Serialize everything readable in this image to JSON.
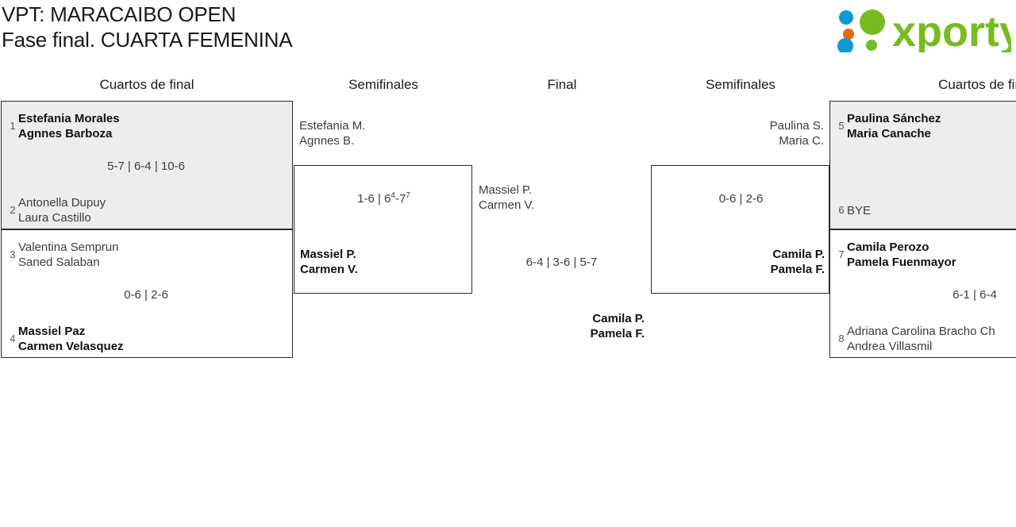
{
  "header": {
    "title_line1": "VPT: MARACAIBO OPEN",
    "title_line2": "Fase final. CUARTA FEMENINA",
    "logo_text": "xporty",
    "logo_colors": {
      "green": "#76bc21",
      "orange": "#e8690b",
      "blue": "#0b9ad6"
    }
  },
  "rounds": [
    {
      "label": "Cuartos de final"
    },
    {
      "label": "Semifinales"
    },
    {
      "label": "Final"
    },
    {
      "label": "Semifinales"
    },
    {
      "label": "Cuartos de fin"
    }
  ],
  "bracket": {
    "left_quarterfinals": [
      {
        "score": "5-7 | 6-4 | 10-6",
        "top": {
          "seed": "1",
          "player1": "Estefania Morales",
          "player2": "Agnnes Barboza",
          "winner": true
        },
        "bottom": {
          "seed": "2",
          "player1": "Antonella Dupuy",
          "player2": "Laura Castillo",
          "winner": false
        }
      },
      {
        "score": "0-6 | 2-6",
        "top": {
          "seed": "3",
          "player1": "Valentina Semprun",
          "player2": "Saned Salaban",
          "winner": false
        },
        "bottom": {
          "seed": "4",
          "player1": "Massiel Paz",
          "player2": "Carmen Velasquez",
          "winner": true
        }
      }
    ],
    "left_semifinal": {
      "score_p1": "1-6 | 6",
      "score_sup1": "4",
      "score_p2": "-7",
      "score_sup2": "7",
      "top": {
        "player1": "Estefania M.",
        "player2": "Agnnes B.",
        "winner": false
      },
      "bottom": {
        "player1": "Massiel P.",
        "player2": "Carmen V.",
        "winner": true
      }
    },
    "final": {
      "score": "6-4 | 3-6 | 5-7",
      "top": {
        "player1": "Massiel P.",
        "player2": "Carmen V.",
        "winner": false
      },
      "bottom": {
        "player1": "Camila P.",
        "player2": "Pamela F.",
        "winner": true
      }
    },
    "right_semifinal": {
      "score": "0-6 | 2-6",
      "top": {
        "player1": "Paulina S.",
        "player2": "Maria C.",
        "winner": false
      },
      "bottom": {
        "player1": "Camila P.",
        "player2": "Pamela F.",
        "winner": true
      }
    },
    "right_quarterfinals": [
      {
        "score": "",
        "top": {
          "seed": "5",
          "player1": "Paulina Sánchez",
          "player2": "Maria Canache",
          "winner": true
        },
        "bottom": {
          "seed": "6",
          "player1": "BYE",
          "player2": "",
          "winner": false
        }
      },
      {
        "score": "6-1 | 6-4",
        "top": {
          "seed": "7",
          "player1": "Camila Perozo",
          "player2": "Pamela Fuenmayor",
          "winner": true
        },
        "bottom": {
          "seed": "8",
          "player1": "Adriana Carolina Bracho Ch",
          "player2": "Andrea Villasmil",
          "winner": false
        }
      }
    ]
  }
}
